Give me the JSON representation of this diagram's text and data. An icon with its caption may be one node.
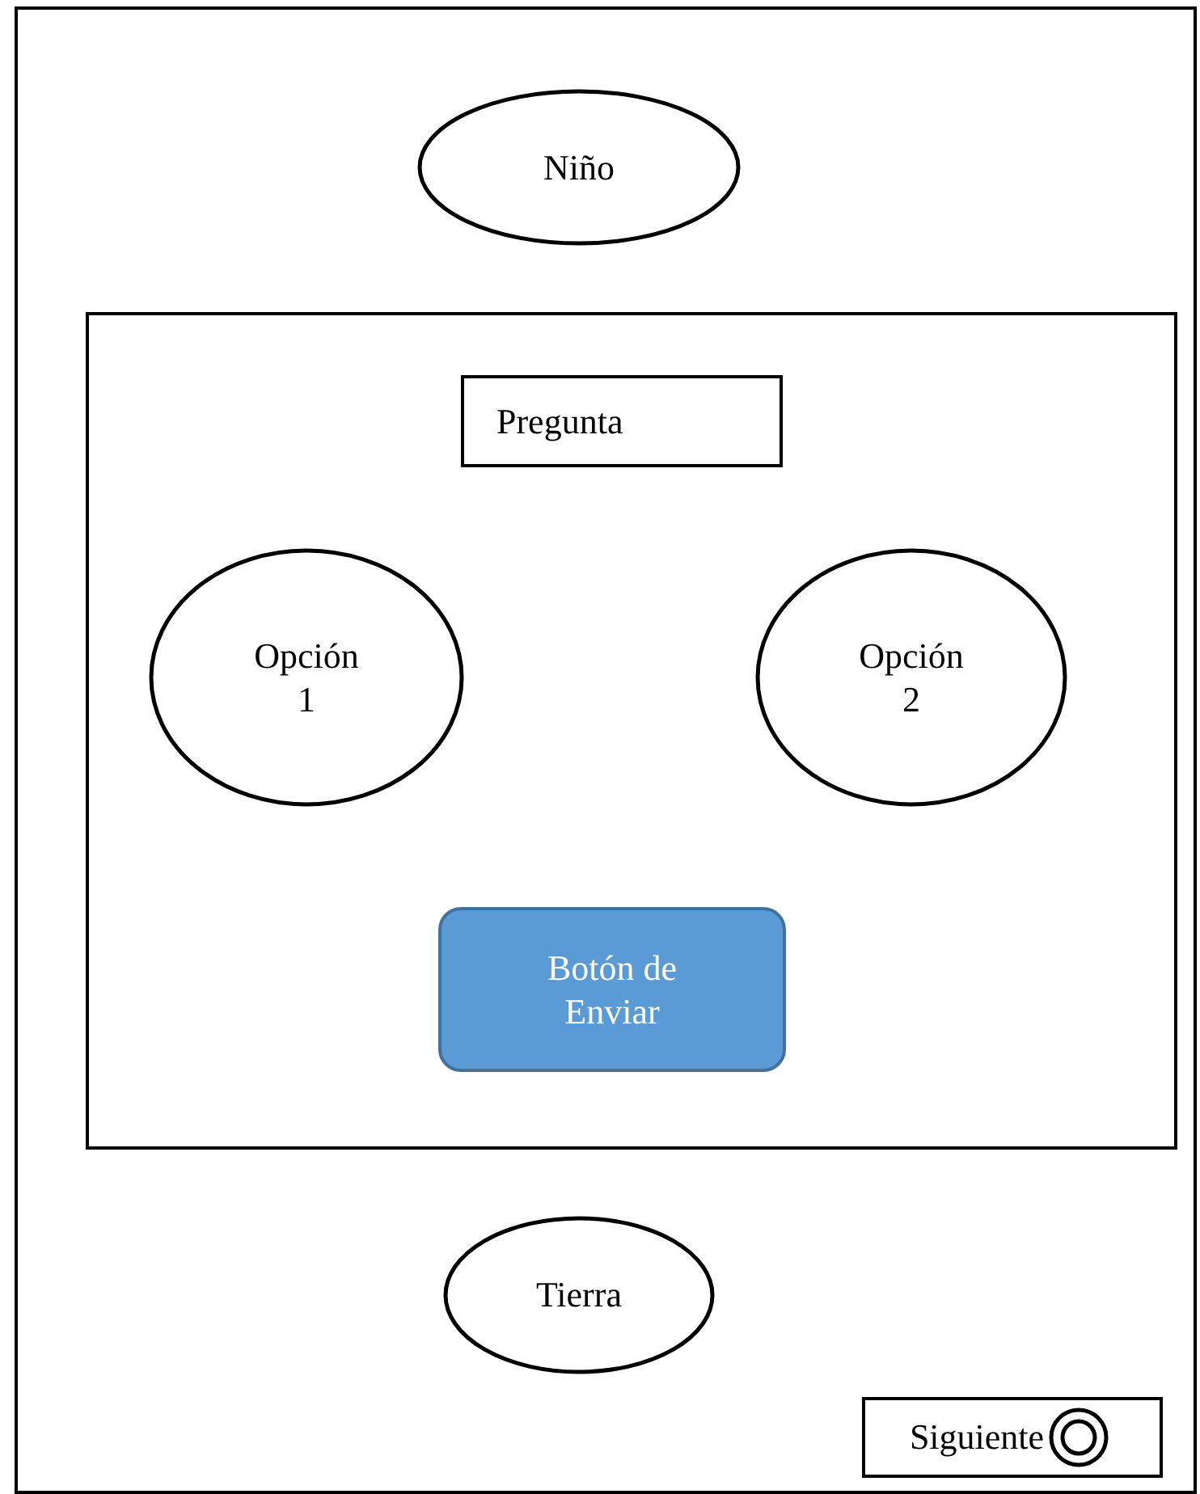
{
  "diagram": {
    "nodes": [
      {
        "text": [],
        "shape": "box"
      },
      {
        "text": [
          "Niño"
        ],
        "in": 0
      },
      {
        "text": [],
        "shape": "box",
        "in": 0
      },
      {
        "text": [
          "Pregunta"
        ],
        "in": 2
      },
      {
        "text": [
          "Opción 1"
        ],
        "in": 2
      },
      {
        "text": [
          "Opción 2"
        ],
        "in": 2
      },
      {
        "text": [
          "Botón de Enviar"
        ],
        "in": 2
      },
      {
        "text": [
          "Tierra"
        ],
        "in": 0
      },
      {
        "text": [
          "Siguiente"
        ],
        "in": 0
      }
    ]
  }
}
